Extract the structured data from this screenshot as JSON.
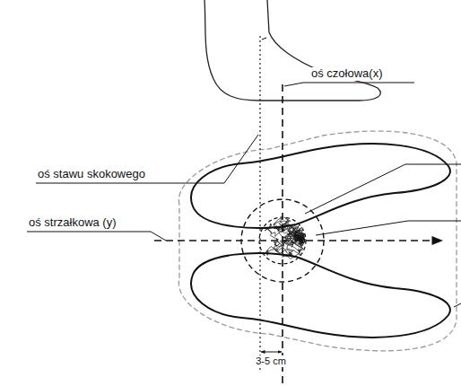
{
  "diagram": {
    "labels": [
      "oś stawu skokowego",
      "oś czołowa(x)",
      "oś strzałkowa (y)",
      "3-5 cm"
    ]
  }
}
